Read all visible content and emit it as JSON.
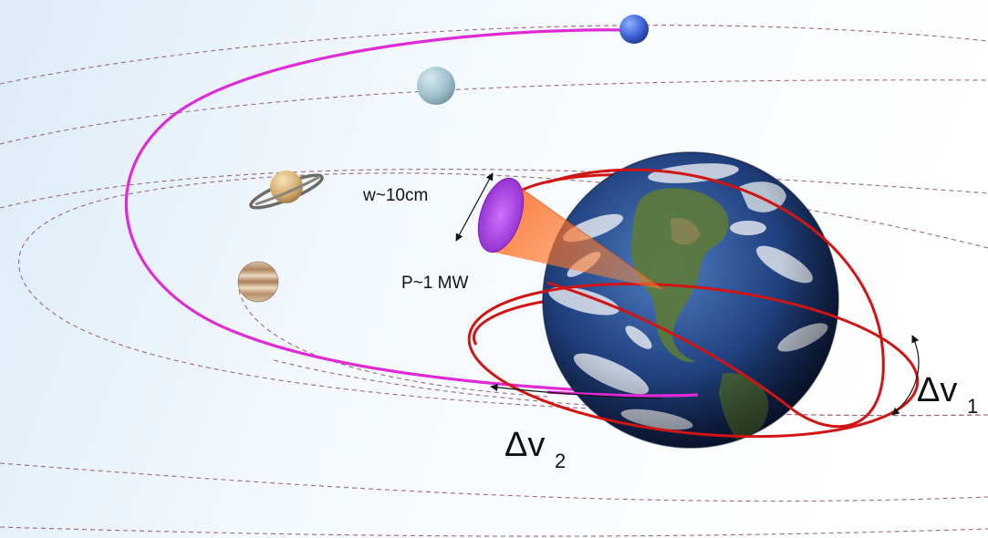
{
  "labels": {
    "aperture": "w~10cm",
    "power": "P~1 MW",
    "dv1_symbol": "Δv",
    "dv1_subscript": "1",
    "dv2_symbol": "Δv",
    "dv2_subscript": "2"
  },
  "colors": {
    "transfer_orbit": "#e02ad8",
    "earth_orbit_rings": "#d11414",
    "laser_beam": "#ff6a1a",
    "laser_aperture": "#b040e8",
    "planet_orbits": "#9b6a7a",
    "background_tint": "#e6f3fb"
  },
  "bodies": [
    "neptune-icon",
    "uranus-icon",
    "saturn-icon",
    "jupiter-icon",
    "earth-icon"
  ]
}
